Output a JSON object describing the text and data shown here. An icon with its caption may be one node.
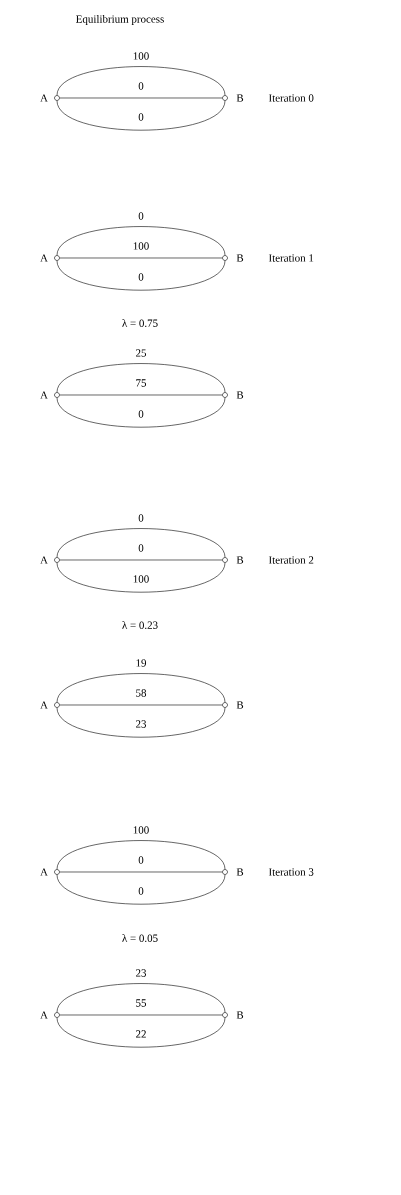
{
  "diagram": {
    "title": "Equilibrium process",
    "nodes": [
      {
        "text": [],
        "shape": "circle",
        "beside": [
          "A"
        ]
      },
      {
        "text": [],
        "shape": "circle",
        "beside": [
          "B"
        ]
      },
      {
        "text": [],
        "shape": "circle",
        "beside": [
          "A"
        ]
      },
      {
        "text": [],
        "shape": "circle",
        "beside": [
          "B"
        ]
      },
      {
        "text": [],
        "shape": "circle",
        "beside": [
          "A"
        ]
      },
      {
        "text": [],
        "shape": "circle",
        "beside": [
          "B"
        ]
      },
      {
        "text": [],
        "shape": "circle",
        "beside": [
          "A"
        ]
      },
      {
        "text": [],
        "shape": "circle",
        "beside": [
          "B"
        ]
      },
      {
        "text": [],
        "shape": "circle",
        "beside": [
          "A"
        ]
      },
      {
        "text": [],
        "shape": "circle",
        "beside": [
          "B"
        ]
      },
      {
        "text": [],
        "shape": "circle",
        "beside": [
          "A"
        ]
      },
      {
        "text": [],
        "shape": "circle",
        "beside": [
          "B"
        ]
      },
      {
        "text": [],
        "shape": "circle",
        "beside": [
          "A"
        ]
      },
      {
        "text": [],
        "shape": "circle",
        "beside": [
          "B"
        ]
      }
    ],
    "edges": [
      {
        "from": 0,
        "to": 1,
        "arrow": "none",
        "label": "100"
      },
      {
        "from": 0,
        "to": 1,
        "arrow": "none",
        "label": "0"
      },
      {
        "from": 0,
        "to": 1,
        "arrow": "none",
        "label": "0"
      },
      {
        "from": 2,
        "to": 3,
        "arrow": "none",
        "label": "0"
      },
      {
        "from": 2,
        "to": 3,
        "arrow": "none",
        "label": "100"
      },
      {
        "from": 2,
        "to": 3,
        "arrow": "none",
        "label": "0"
      },
      {
        "from": 4,
        "to": 5,
        "arrow": "none",
        "label": "25"
      },
      {
        "from": 4,
        "to": 5,
        "arrow": "none",
        "label": "75"
      },
      {
        "from": 4,
        "to": 5,
        "arrow": "none",
        "label": "0"
      },
      {
        "from": 6,
        "to": 7,
        "arrow": "none",
        "label": "0"
      },
      {
        "from": 6,
        "to": 7,
        "arrow": "none",
        "label": "0"
      },
      {
        "from": 6,
        "to": 7,
        "arrow": "none",
        "label": "100"
      },
      {
        "from": 8,
        "to": 9,
        "arrow": "none",
        "label": "19"
      },
      {
        "from": 8,
        "to": 9,
        "arrow": "none",
        "label": "58"
      },
      {
        "from": 8,
        "to": 9,
        "arrow": "none",
        "label": "23"
      },
      {
        "from": 10,
        "to": 11,
        "arrow": "none",
        "label": "100"
      },
      {
        "from": 10,
        "to": 11,
        "arrow": "none",
        "label": "0"
      },
      {
        "from": 10,
        "to": 11,
        "arrow": "none",
        "label": "0"
      },
      {
        "from": 12,
        "to": 13,
        "arrow": "none",
        "label": "23"
      },
      {
        "from": 12,
        "to": 13,
        "arrow": "none",
        "label": "55"
      },
      {
        "from": 12,
        "to": 13,
        "arrow": "none",
        "label": "22"
      }
    ],
    "labels": [
      "Iteration 0",
      "Iteration 1",
      "λ = 0.75",
      "Iteration 2",
      "λ = 0.23",
      "Iteration 3",
      "λ = 0.05"
    ]
  }
}
